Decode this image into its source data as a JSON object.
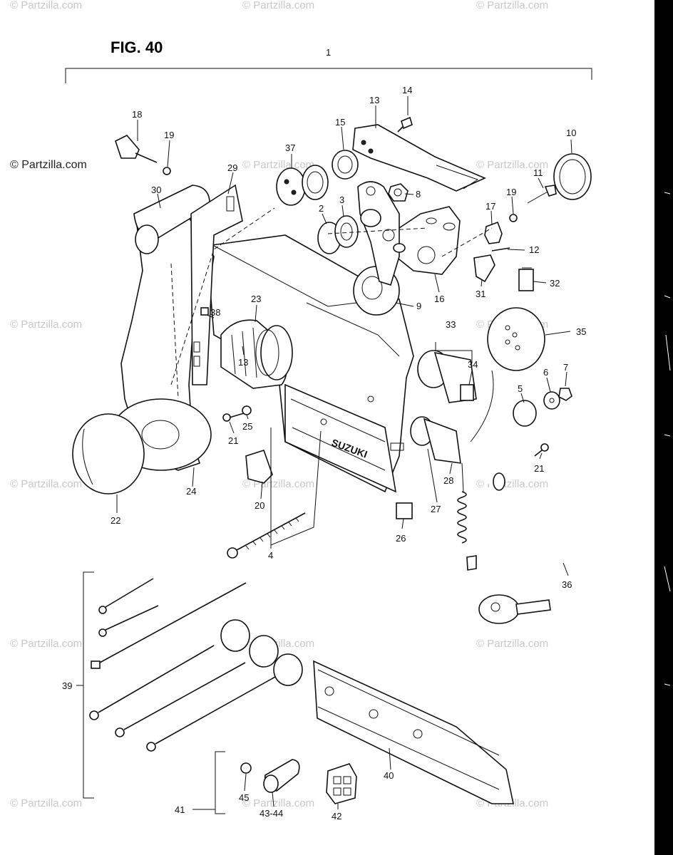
{
  "figure": {
    "title": "FIG. 40"
  },
  "watermarks": {
    "text": "© Partzilla.com",
    "side_text": "© Partzilla.com"
  },
  "callouts": [
    {
      "id": "c1",
      "label": "1"
    },
    {
      "id": "c2",
      "label": "2"
    },
    {
      "id": "c3",
      "label": "3"
    },
    {
      "id": "c4",
      "label": "4"
    },
    {
      "id": "c5",
      "label": "5"
    },
    {
      "id": "c6",
      "label": "6"
    },
    {
      "id": "c7",
      "label": "7"
    },
    {
      "id": "c8",
      "label": "8"
    },
    {
      "id": "c9",
      "label": "9"
    },
    {
      "id": "c10",
      "label": "10"
    },
    {
      "id": "c11",
      "label": "11"
    },
    {
      "id": "c12",
      "label": "12"
    },
    {
      "id": "c13a",
      "label": "13"
    },
    {
      "id": "c13b",
      "label": "13"
    },
    {
      "id": "c14",
      "label": "14"
    },
    {
      "id": "c15",
      "label": "15"
    },
    {
      "id": "c16",
      "label": "16"
    },
    {
      "id": "c17",
      "label": "17"
    },
    {
      "id": "c18",
      "label": "18"
    },
    {
      "id": "c19a",
      "label": "19"
    },
    {
      "id": "c19b",
      "label": "19"
    },
    {
      "id": "c20",
      "label": "20"
    },
    {
      "id": "c21a",
      "label": "21"
    },
    {
      "id": "c21b",
      "label": "21"
    },
    {
      "id": "c22",
      "label": "22"
    },
    {
      "id": "c23",
      "label": "23"
    },
    {
      "id": "c24",
      "label": "24"
    },
    {
      "id": "c25",
      "label": "25"
    },
    {
      "id": "c26",
      "label": "26"
    },
    {
      "id": "c27",
      "label": "27"
    },
    {
      "id": "c28",
      "label": "28"
    },
    {
      "id": "c29",
      "label": "29"
    },
    {
      "id": "c30",
      "label": "30"
    },
    {
      "id": "c31",
      "label": "31"
    },
    {
      "id": "c32",
      "label": "32"
    },
    {
      "id": "c33",
      "label": "33"
    },
    {
      "id": "c34",
      "label": "34"
    },
    {
      "id": "c35",
      "label": "35"
    },
    {
      "id": "c36",
      "label": "36"
    },
    {
      "id": "c37",
      "label": "37"
    },
    {
      "id": "c38",
      "label": "38"
    },
    {
      "id": "c39",
      "label": "39"
    },
    {
      "id": "c40",
      "label": "40"
    },
    {
      "id": "c41",
      "label": "41"
    },
    {
      "id": "c42",
      "label": "42"
    },
    {
      "id": "c43",
      "label": "43-44"
    },
    {
      "id": "c45",
      "label": "45"
    }
  ],
  "housing_brand": "SUZUKI",
  "colors": {
    "ink": "#111111",
    "watermark": "#c8c8c8",
    "background": "#ffffff"
  }
}
